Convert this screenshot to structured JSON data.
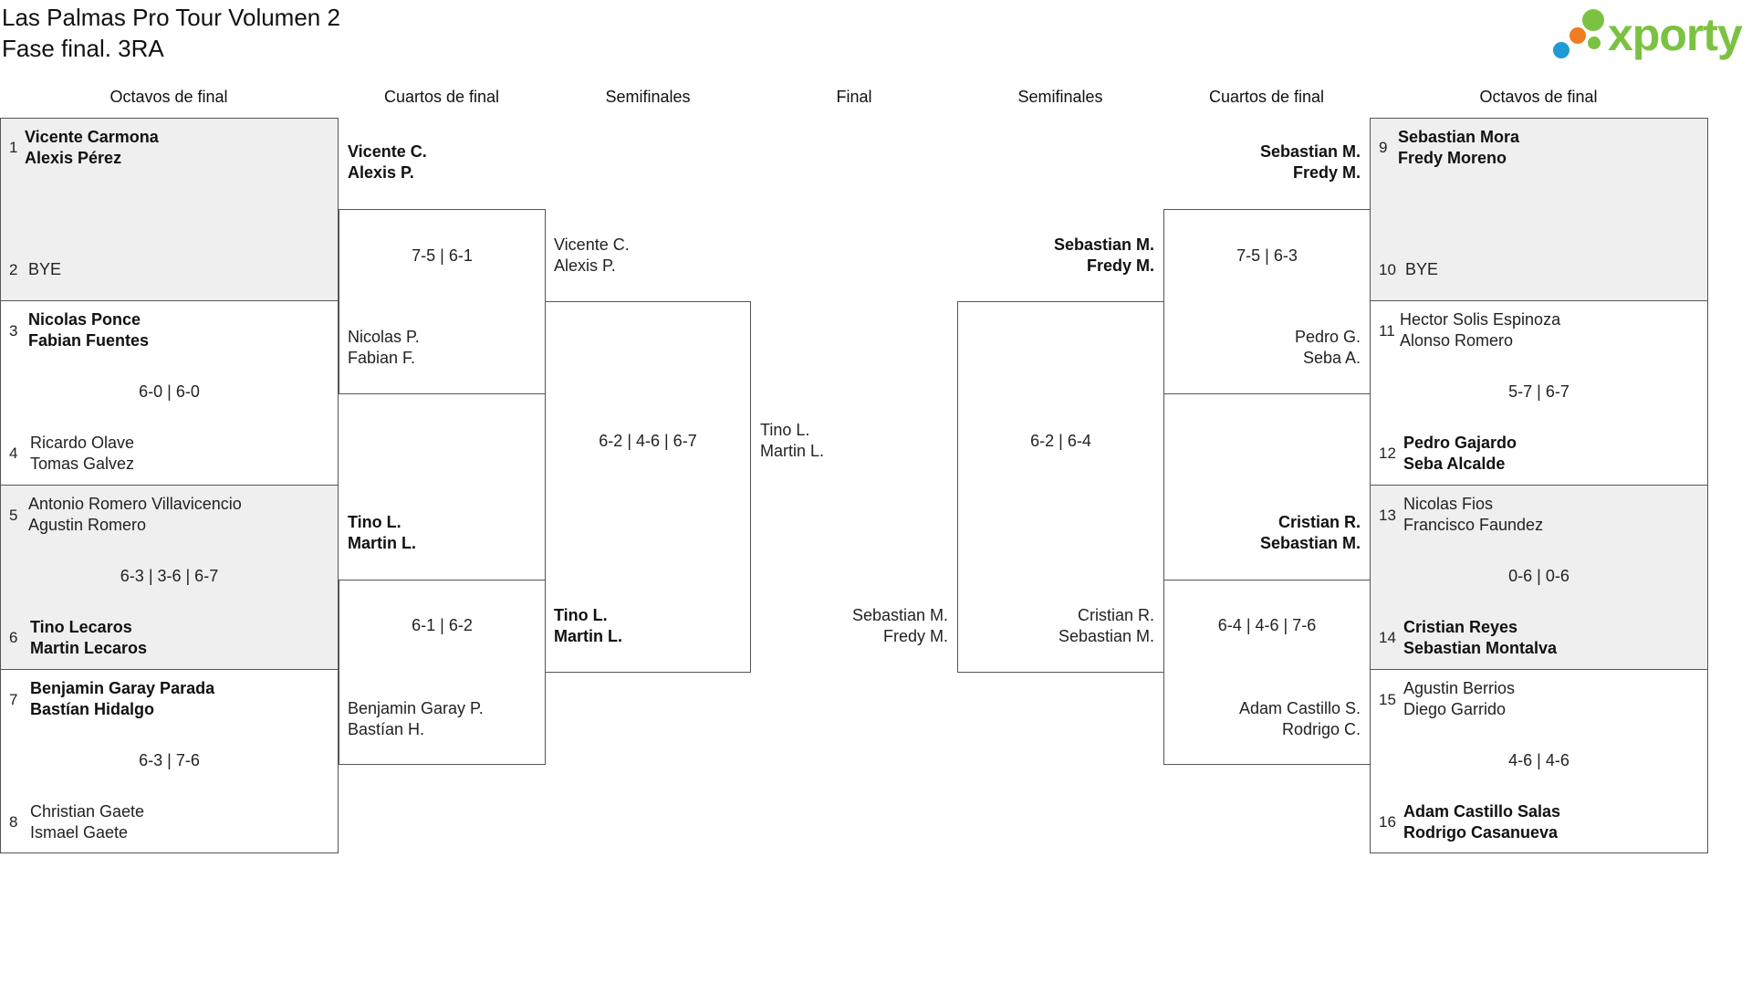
{
  "title": {
    "line1": "Las Palmas Pro Tour Volumen 2",
    "line2": "Fase final. 3RA"
  },
  "logo": {
    "text": "xporty",
    "colors": [
      "#1e9ad6",
      "#f07d22",
      "#7cc242"
    ]
  },
  "headers": {
    "l_octavos": "Octavos de final",
    "l_cuartos": "Cuartos de final",
    "l_semis": "Semifinales",
    "final": "Final",
    "r_semis": "Semifinales",
    "r_cuartos": "Cuartos de final",
    "r_octavos": "Octavos de final"
  },
  "left_octavos": [
    {
      "top_seed": "1",
      "top_line1": "Vicente Carmona",
      "top_line2": "Alexis Pérez",
      "bottom_seed": "2",
      "bottom_line1": "BYE",
      "bottom_line2": "",
      "score": ""
    },
    {
      "top_seed": "3",
      "top_line1": "Nicolas Ponce",
      "top_line2": "Fabian Fuentes",
      "bottom_seed": "4",
      "bottom_line1": "Ricardo Olave",
      "bottom_line2": "Tomas Galvez",
      "score": "6-0 | 6-0"
    },
    {
      "top_seed": "5",
      "top_line1": "Antonio Romero Villavicencio",
      "top_line2": "Agustin Romero",
      "bottom_seed": "6",
      "bottom_line1": "Tino Lecaros",
      "bottom_line2": "Martin Lecaros",
      "score": "6-3 | 3-6 | 6-7"
    },
    {
      "top_seed": "7",
      "top_line1": "Benjamin Garay Parada",
      "top_line2": "Bastían Hidalgo",
      "bottom_seed": "8",
      "bottom_line1": "Christian Gaete",
      "bottom_line2": "Ismael Gaete",
      "score": "6-3 | 7-6"
    }
  ],
  "left_cuartos": [
    {
      "top_line1": "Vicente C.",
      "top_line2": "Alexis P.",
      "bottom_line1": "Nicolas P.",
      "bottom_line2": "Fabian F.",
      "score": "7-5 | 6-1"
    },
    {
      "top_line1": "Tino L.",
      "top_line2": "Martin L.",
      "bottom_line1": "Benjamin Garay P.",
      "bottom_line2": "Bastían H.",
      "score": "6-1 | 6-2"
    }
  ],
  "left_semis": {
    "top_line1": "Vicente C.",
    "top_line2": "Alexis P.",
    "bottom_line1": "Tino L.",
    "bottom_line2": "Martin L.",
    "score": "6-2 | 4-6 | 6-7"
  },
  "final": {
    "left_line1": "Tino L.",
    "left_line2": "Martin L.",
    "right_line1": "Sebastian M.",
    "right_line2": "Fredy M."
  },
  "right_semis": {
    "top_line1": "Sebastian M.",
    "top_line2": "Fredy M.",
    "bottom_line1": "Cristian R.",
    "bottom_line2": "Sebastian M.",
    "score": "6-2 | 6-4"
  },
  "right_cuartos": [
    {
      "top_line1": "Sebastian M.",
      "top_line2": "Fredy M.",
      "bottom_line1": "Pedro G.",
      "bottom_line2": "Seba A.",
      "score": "7-5 | 6-3"
    },
    {
      "top_line1": "Cristian R.",
      "top_line2": "Sebastian M.",
      "bottom_line1": "Adam Castillo S.",
      "bottom_line2": "Rodrigo C.",
      "score": "6-4 | 4-6 | 7-6"
    }
  ],
  "right_octavos": [
    {
      "top_seed": "9",
      "top_line1": "Sebastian Mora",
      "top_line2": "Fredy Moreno",
      "bottom_seed": "10",
      "bottom_line1": "BYE",
      "bottom_line2": "",
      "score": ""
    },
    {
      "top_seed": "11",
      "top_line1": "Hector Solis Espinoza",
      "top_line2": "Alonso Romero",
      "bottom_seed": "12",
      "bottom_line1": "Pedro Gajardo",
      "bottom_line2": "Seba Alcalde",
      "score": "5-7 | 6-7"
    },
    {
      "top_seed": "13",
      "top_line1": "Nicolas Fios",
      "top_line2": "Francisco Faundez",
      "bottom_seed": "14",
      "bottom_line1": "Cristian Reyes",
      "bottom_line2": "Sebastian Montalva",
      "score": "0-6 | 0-6"
    },
    {
      "top_seed": "15",
      "top_line1": "Agustin Berrios",
      "top_line2": "Diego Garrido",
      "bottom_seed": "16",
      "bottom_line1": "Adam Castillo Salas",
      "bottom_line2": "Rodrigo Casanueva",
      "score": "4-6 | 4-6"
    }
  ]
}
